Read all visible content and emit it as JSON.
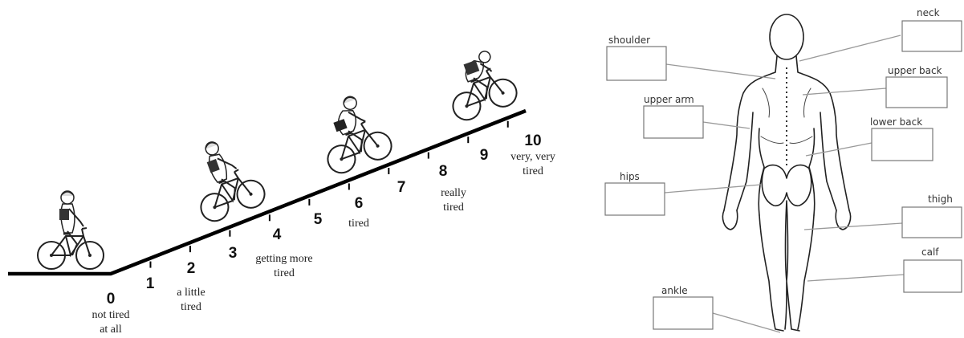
{
  "scale": {
    "levels": [
      {
        "number": "0",
        "lines": [
          "not tired",
          "at all"
        ]
      },
      {
        "number": "1",
        "lines": []
      },
      {
        "number": "2",
        "lines": [
          "a little",
          "tired"
        ]
      },
      {
        "number": "3",
        "lines": []
      },
      {
        "number": "4",
        "lines": [
          "getting more",
          "tired"
        ]
      },
      {
        "number": "5",
        "lines": []
      },
      {
        "number": "6",
        "lines": [
          "tired"
        ]
      },
      {
        "number": "7",
        "lines": []
      },
      {
        "number": "8",
        "lines": [
          "really",
          "tired"
        ]
      },
      {
        "number": "9",
        "lines": []
      },
      {
        "number": "10",
        "lines": [
          "very, very",
          "tired"
        ]
      }
    ]
  },
  "body_diagram": {
    "labels": [
      "neck",
      "shoulder",
      "upper back",
      "upper arm",
      "lower back",
      "hips",
      "thigh",
      "calf",
      "ankle"
    ]
  }
}
